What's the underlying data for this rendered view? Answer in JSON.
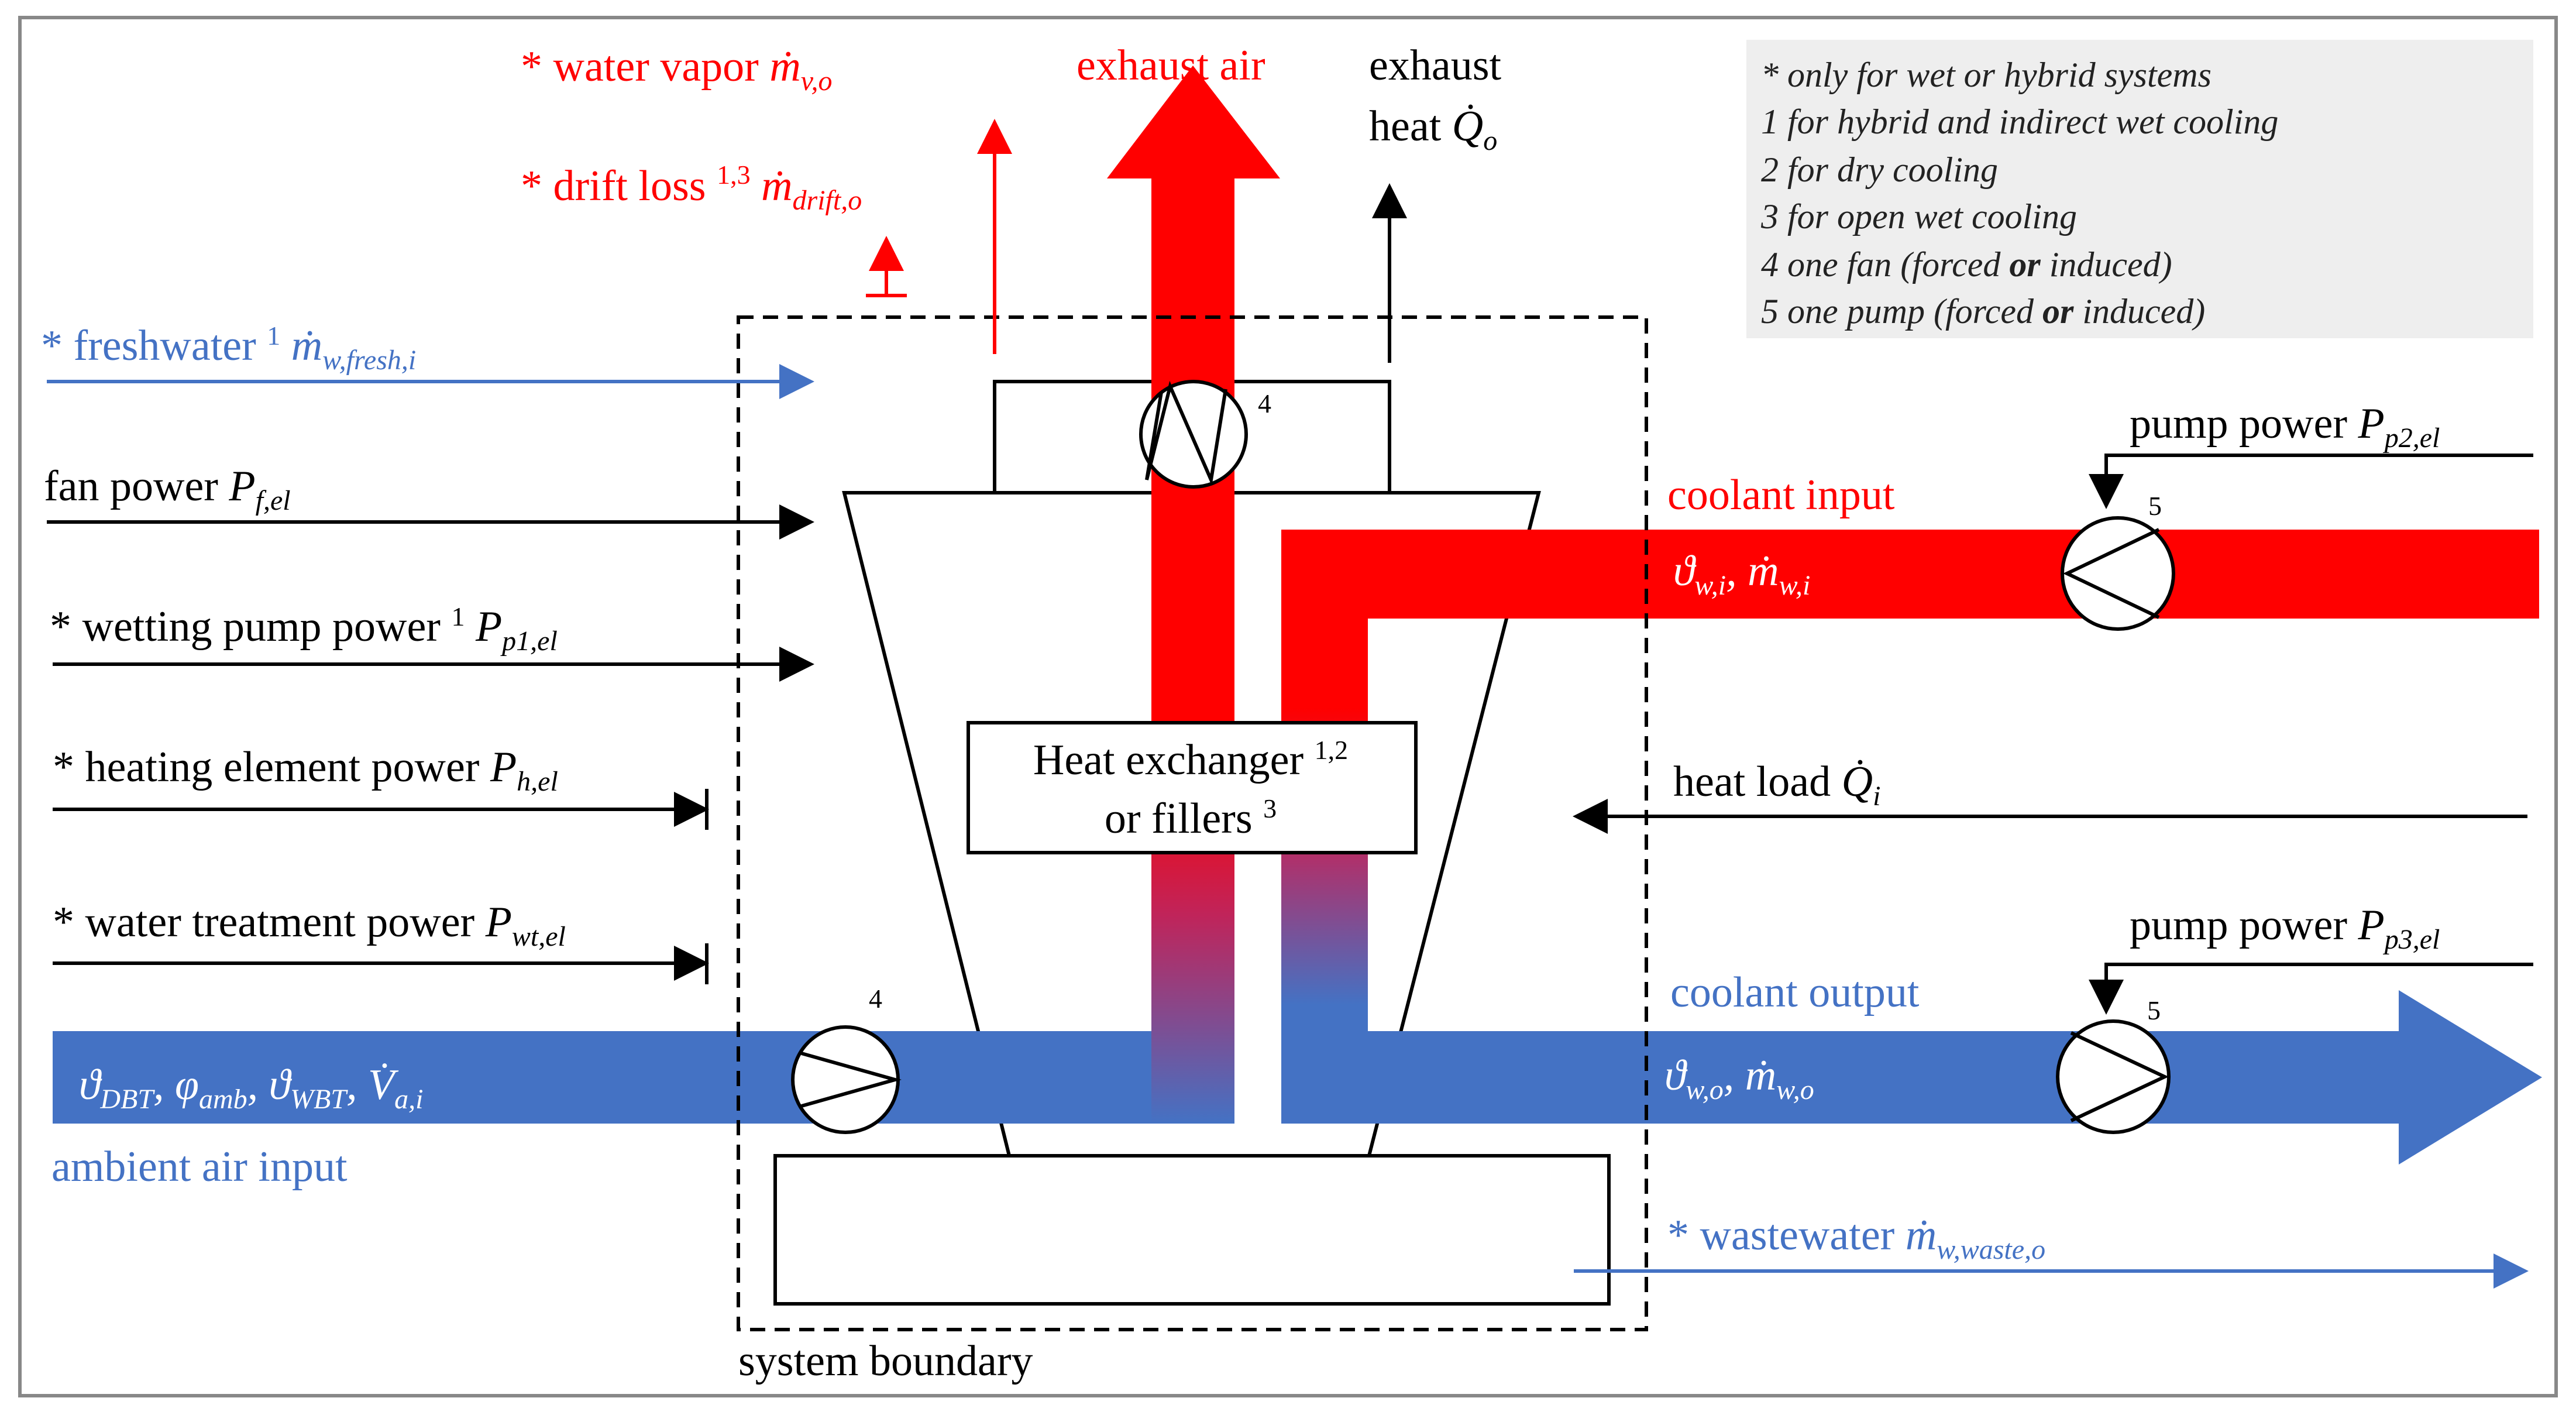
{
  "colors": {
    "hot": "#ff0000",
    "cold": "#4472c4",
    "black": "#000000",
    "legend_bg": "#eeeeee"
  },
  "outputs": {
    "water_vapor": {
      "prefix": "* water vapor ",
      "sym": "ṁ",
      "sub": "v,o"
    },
    "exhaust_air": "exhaust air",
    "drift_loss": {
      "prefix": "* drift loss ",
      "sup": "1,3",
      "sym": " ṁ",
      "sub": "drift,o"
    },
    "exhaust_heat": {
      "line1": "exhaust",
      "line2": "heat ",
      "sym": "Q̇",
      "sub": "o"
    }
  },
  "legend": [
    "* only for wet or hybrid systems",
    "1 for hybrid and indirect wet cooling",
    "2 for dry cooling",
    "3 for open wet cooling",
    {
      "pre": "4 one fan (forced ",
      "bold": "or",
      "post": " induced)"
    },
    {
      "pre": "5 one pump (forced ",
      "bold": "or",
      "post": " induced)"
    }
  ],
  "inputs_left": {
    "freshwater": {
      "prefix": "* freshwater ",
      "sup": "1",
      "sym": " ṁ",
      "sub": "w,fresh,i"
    },
    "fan_power": {
      "prefix": "fan power ",
      "sym": "P",
      "sub": "f,el"
    },
    "wetting_pump": {
      "prefix": "* wetting pump power ",
      "sup": "1",
      "sym": " P",
      "sub": "p1,el"
    },
    "heating_element": {
      "prefix": "* heating element power ",
      "sym": "P",
      "sub": "h,el"
    },
    "water_treatment": {
      "prefix": "* water treatment power ",
      "sym": "P",
      "sub": "wt,el"
    },
    "ambient_vars": {
      "a": "ϑ",
      "a_sub": "DBT",
      "b": ", φ",
      "b_sub": "amb",
      "c": ", ϑ",
      "c_sub": "WBT",
      "d": ", V̇",
      "d_sub": "a,i"
    },
    "ambient_label": "ambient air input"
  },
  "right": {
    "pump_p2": {
      "prefix": "pump power ",
      "sym": "P",
      "sub": "p2,el"
    },
    "coolant_input": "coolant input",
    "coolant_in_vars": {
      "a": "ϑ",
      "a_sub": "w,i",
      "b": ", ṁ",
      "b_sub": "w,i"
    },
    "heat_load": {
      "prefix": "heat load ",
      "sym": "Q̇",
      "sub": "i"
    },
    "pump_p3": {
      "prefix": "pump power ",
      "sym": "P",
      "sub": "p3,el"
    },
    "coolant_output": "coolant output",
    "coolant_out_vars": {
      "a": "ϑ",
      "a_sub": "w,o",
      "b": ", ṁ",
      "b_sub": "w,o"
    },
    "wastewater": {
      "prefix": "* wastewater ",
      "sym": "ṁ",
      "sub": "w,waste,o"
    }
  },
  "tower": {
    "hx_line1": "Heat exchanger ",
    "hx_sup1": "1,2",
    "hx_line2": "or fillers ",
    "hx_sup2": "3",
    "fan_top_num": "4",
    "fan_bottom_num": "4",
    "pump_in_num": "5",
    "pump_out_num": "5",
    "system_boundary": "system boundary"
  }
}
